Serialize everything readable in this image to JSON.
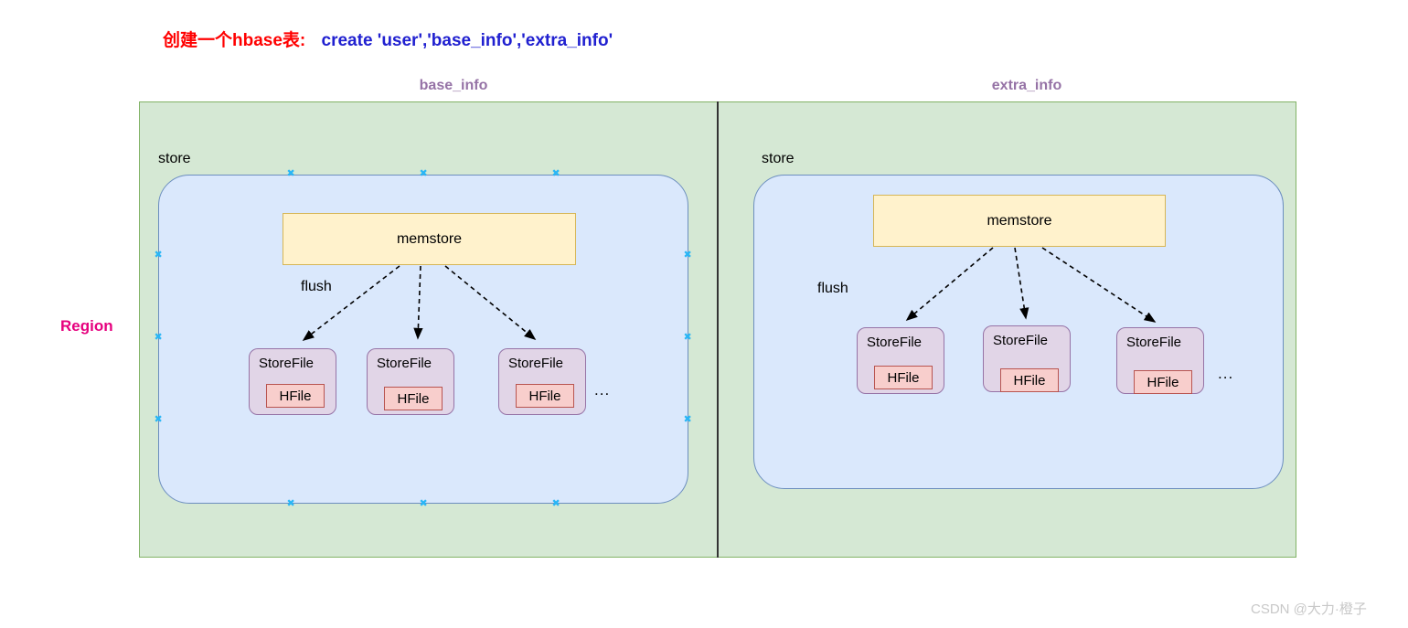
{
  "title": {
    "prefix_cn": "创建一个hbase表:",
    "command": "create  'user','base_info','extra_info'",
    "prefix_color": "#ff0000",
    "command_color": "#2020d0"
  },
  "region": {
    "label": "Region",
    "label_color": "#e6007e",
    "panel_fill": "#d5e8d4",
    "panel_stroke": "#82b366",
    "divider_color": "#333333"
  },
  "column_families": [
    {
      "name": "base_info",
      "color": "#9673a6"
    },
    {
      "name": "extra_info",
      "color": "#9673a6"
    }
  ],
  "stores": [
    {
      "label": "store",
      "fill": "#dae8fc",
      "stroke": "#6c8ebf",
      "selected": true,
      "memstore": {
        "label": "memstore",
        "fill": "#fff2cc",
        "stroke": "#d6b656"
      },
      "flush_label": "flush",
      "storefiles": [
        {
          "label": "StoreFile",
          "hfile": "HFile"
        },
        {
          "label": "StoreFile",
          "hfile": "HFile"
        },
        {
          "label": "StoreFile",
          "hfile": "HFile"
        }
      ],
      "more_indicator": "...",
      "storefile_fill": "#e1d5e7",
      "storefile_stroke": "#9673a6",
      "hfile_fill": "#f8cecc",
      "hfile_stroke": "#b85450"
    },
    {
      "label": "store",
      "fill": "#dae8fc",
      "stroke": "#6c8ebf",
      "selected": false,
      "memstore": {
        "label": "memstore",
        "fill": "#fff2cc",
        "stroke": "#d6b656"
      },
      "flush_label": "flush",
      "storefiles": [
        {
          "label": "StoreFile",
          "hfile": "HFile"
        },
        {
          "label": "StoreFile",
          "hfile": "HFile"
        },
        {
          "label": "StoreFile",
          "hfile": "HFile"
        }
      ],
      "more_indicator": "...",
      "storefile_fill": "#e1d5e7",
      "storefile_stroke": "#9673a6",
      "hfile_fill": "#f8cecc",
      "hfile_stroke": "#b85450"
    }
  ],
  "selection_handle_color": "#29b6f6",
  "watermark": "CSDN @大力·橙子"
}
